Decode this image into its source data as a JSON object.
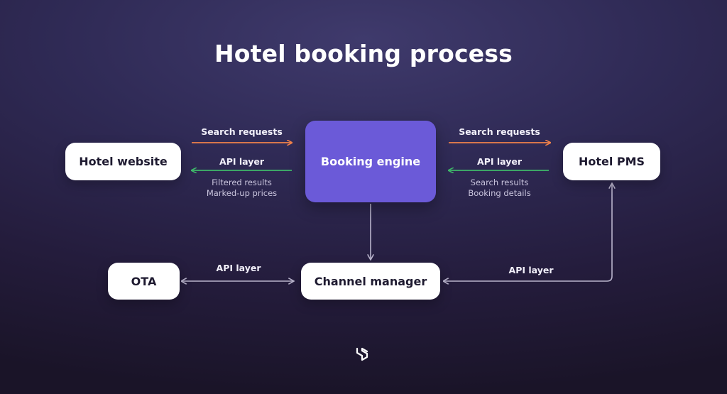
{
  "title": "Hotel booking process",
  "nodes": {
    "hotel_website": "Hotel website",
    "booking_engine": "Booking engine",
    "hotel_pms": "Hotel PMS",
    "ota": "OTA",
    "channel_manager": "Channel manager"
  },
  "edges": {
    "left_top": {
      "label": "Search requests"
    },
    "left_bottom": {
      "label": "API layer",
      "note_1": "Filtered results",
      "note_2": "Marked-up prices"
    },
    "right_top": {
      "label": "Search requests"
    },
    "right_bottom": {
      "label": "API layer",
      "note_1": "Search results",
      "note_2": "Booking details"
    },
    "ota_channel": {
      "label": "API layer"
    },
    "channel_pms": {
      "label": "API layer"
    }
  },
  "colors": {
    "search_arrow": "#f0824a",
    "response_arrow": "#3fb86a",
    "connector": "#b9b4cc",
    "engine": "#6b5ad8"
  },
  "logo_icon": "brand-logo-icon"
}
